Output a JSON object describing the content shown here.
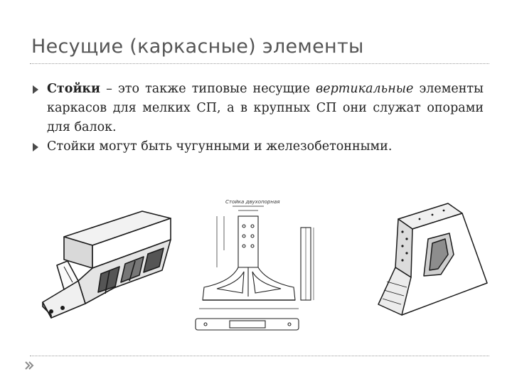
{
  "slide": {
    "title": "Несущие (каркасные) элементы",
    "bullet1": {
      "bold": "Стойки",
      "mid": " – это также типовые несущие ",
      "italic": "вертикальные",
      "rest": " элементы каркасов для мелких СП, а в крупных СП они служат опорами для балок."
    },
    "bullet2": "Стойки могут быть чугунными и железобетонными."
  },
  "figures": {
    "drawing_caption": "Стойка двухопорная"
  },
  "colors": {
    "title": "#555555",
    "text": "#222222",
    "separator": "#9a9a9a"
  },
  "icons": {
    "bullet": "triangle-bullet-icon",
    "nav": "double-chevron-icon"
  }
}
